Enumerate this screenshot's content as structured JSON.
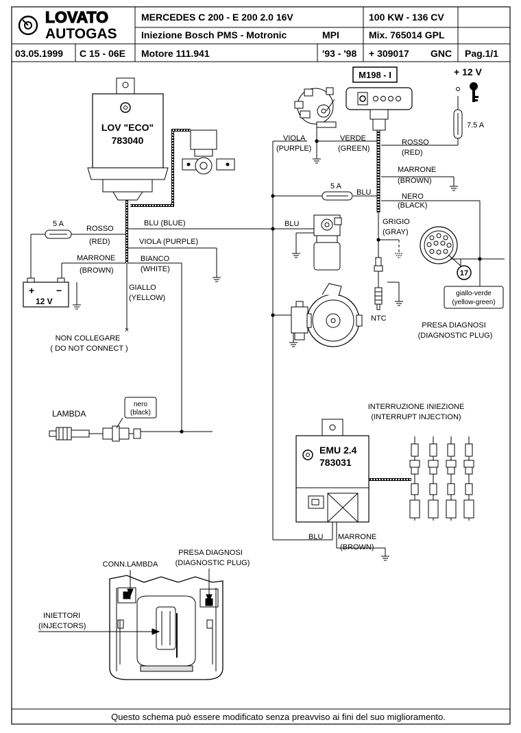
{
  "header": {
    "brand_top": "LOVATO",
    "brand_bottom": "AUTOGAS",
    "model": "MERCEDES  C 200 - E 200  2.0 16V",
    "power": "100 KW - 136 CV",
    "injection": "Iniezione Bosch PMS -  Motronic",
    "mpi": "MPI",
    "mix": "Mix. 765014  GPL",
    "date": "03.05.1999",
    "code": "C 15 - 06E",
    "engine": "Motore 111.941",
    "years": "'93 - '98",
    "chassis": "+ 309017",
    "gnc": "GNC",
    "page": "Pag.1/1"
  },
  "labels": {
    "lov_name": "LOV \"ECO\"",
    "lov_code": "783040",
    "m198": "M198 - I",
    "plus12": "+ 12 V",
    "fuse_7_5": "7.5 A",
    "fuse_5a_left": "5 A",
    "fuse_5a_mid": "5 A",
    "battery_plus": "+",
    "battery_minus": "−",
    "battery_v": "12 V",
    "rosso_left": "ROSSO",
    "red_left": "(RED)",
    "marrone_left": "MARRONE",
    "brown_left": "(BROWN)",
    "blu_blue": "BLU  (BLUE)",
    "viola_purple": "VIOLA (PURPLE)",
    "bianco": "BIANCO",
    "white": "(WHITE)",
    "giallo": "GIALLO",
    "yellow": "(YELLOW)",
    "non_collegare": "NON COLLEGARE",
    "do_not_connect": "( DO NOT CONNECT )",
    "viola_top": "VIOLA",
    "purple_top": "(PURPLE)",
    "verde": "VERDE",
    "green": "(GREEN)",
    "rosso_right": "ROSSO",
    "red_right": "(RED)",
    "marrone_right": "MARRONE",
    "brown_right": "(BROWN)",
    "blu_mid": "BLU",
    "nero": "NERO",
    "black": "(BLACK)",
    "blu_valve": "BLU",
    "grigio": "GRIGIO",
    "gray": "(GRAY)",
    "ntc": "NTC",
    "plug_number": "17",
    "giallo_verde": "giallo-verde",
    "yellow_green": "(yellow-green)",
    "presa_diagnosi": "PRESA DIAGNOSI",
    "diagnostic_plug": "(DIAGNOSTIC PLUG)",
    "lambda": "LAMBDA",
    "nero_small": "nero",
    "black_small": "(black)",
    "interruzione": "INTERRUZIONE INIEZIONE",
    "interrupt": "(INTERRUPT INJECTION)",
    "emu_name": "EMU 2.4",
    "emu_code": "783031",
    "blu_bottom": "BLU",
    "marrone_bottom": "MARRONE",
    "brown_bottom": "(BROWN)",
    "conn_lambda": "CONN.LAMBDA",
    "presa_diagnosi_bottom": "PRESA DIAGNOSI",
    "diagnostic_plug_bottom": "(DIAGNOSTIC PLUG)",
    "iniettori": "INIETTORI",
    "injectors": "(INJECTORS)"
  },
  "footer": {
    "note": "Questo schema può essere modificato senza preavviso ai fini del suo miglioramento."
  }
}
